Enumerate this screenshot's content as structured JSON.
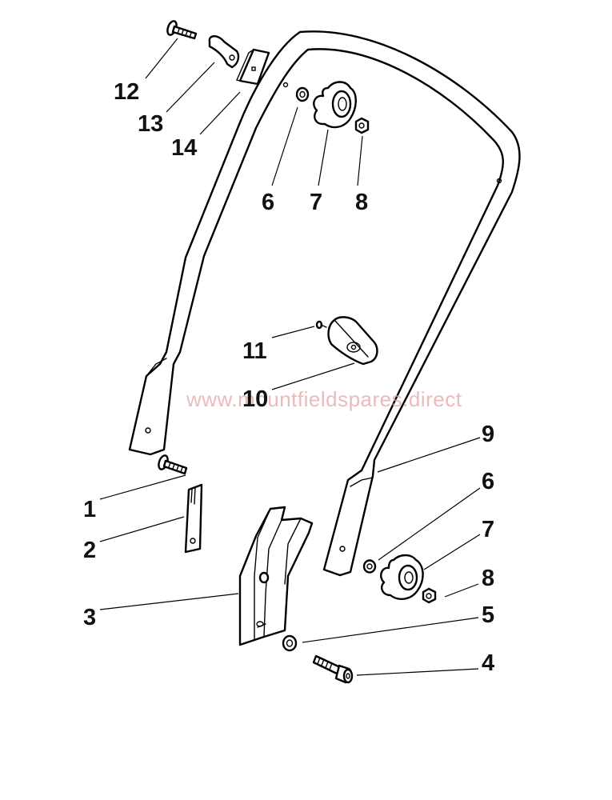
{
  "watermark": "www.mountfieldspares.direct",
  "callouts": {
    "c1": "1",
    "c2": "2",
    "c3": "3",
    "c4": "4",
    "c5": "5",
    "c6a": "6",
    "c6b": "6",
    "c7a": "7",
    "c7b": "7",
    "c8a": "8",
    "c8b": "8",
    "c9": "9",
    "c10": "10",
    "c11": "11",
    "c12": "12",
    "c13": "13",
    "c14": "14"
  }
}
